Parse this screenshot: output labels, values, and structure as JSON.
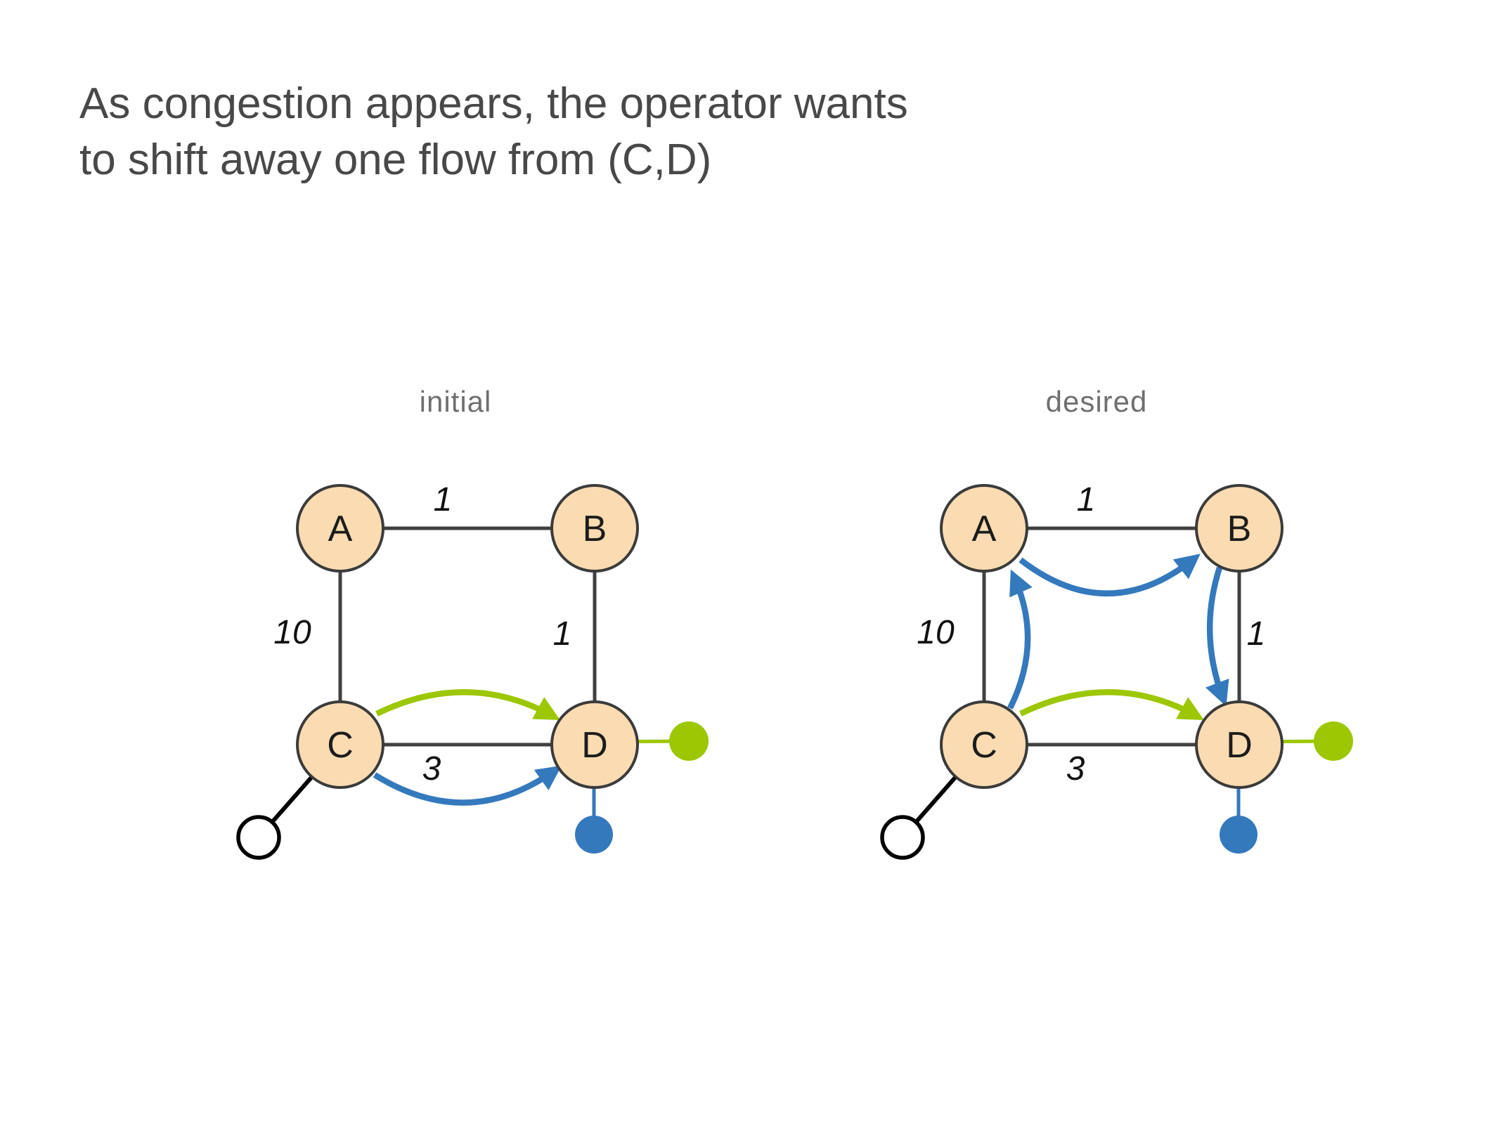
{
  "title": {
    "line1": "As congestion appears, the operator wants",
    "line2": "to shift away one flow from (C,D)"
  },
  "diagrams": [
    {
      "caption": "initial",
      "nodes": {
        "a": "A",
        "b": "B",
        "c": "C",
        "d": "D"
      },
      "edge_labels": {
        "ab": "1",
        "ac": "10",
        "bd": "1",
        "cd": "3"
      }
    },
    {
      "caption": "desired",
      "nodes": {
        "a": "A",
        "b": "B",
        "c": "C",
        "d": "D"
      },
      "edge_labels": {
        "ab": "1",
        "ac": "10",
        "bd": "1",
        "cd": "3"
      }
    }
  ],
  "colors": {
    "node_fill": "#fbdcb2",
    "node_border": "#3b3b3b",
    "edge": "#404040",
    "flow_green": "#9cc702",
    "flow_blue": "#3579bd",
    "title_text": "#484848",
    "caption_text": "#6f6f6f",
    "edge_label_text": "#111111"
  }
}
